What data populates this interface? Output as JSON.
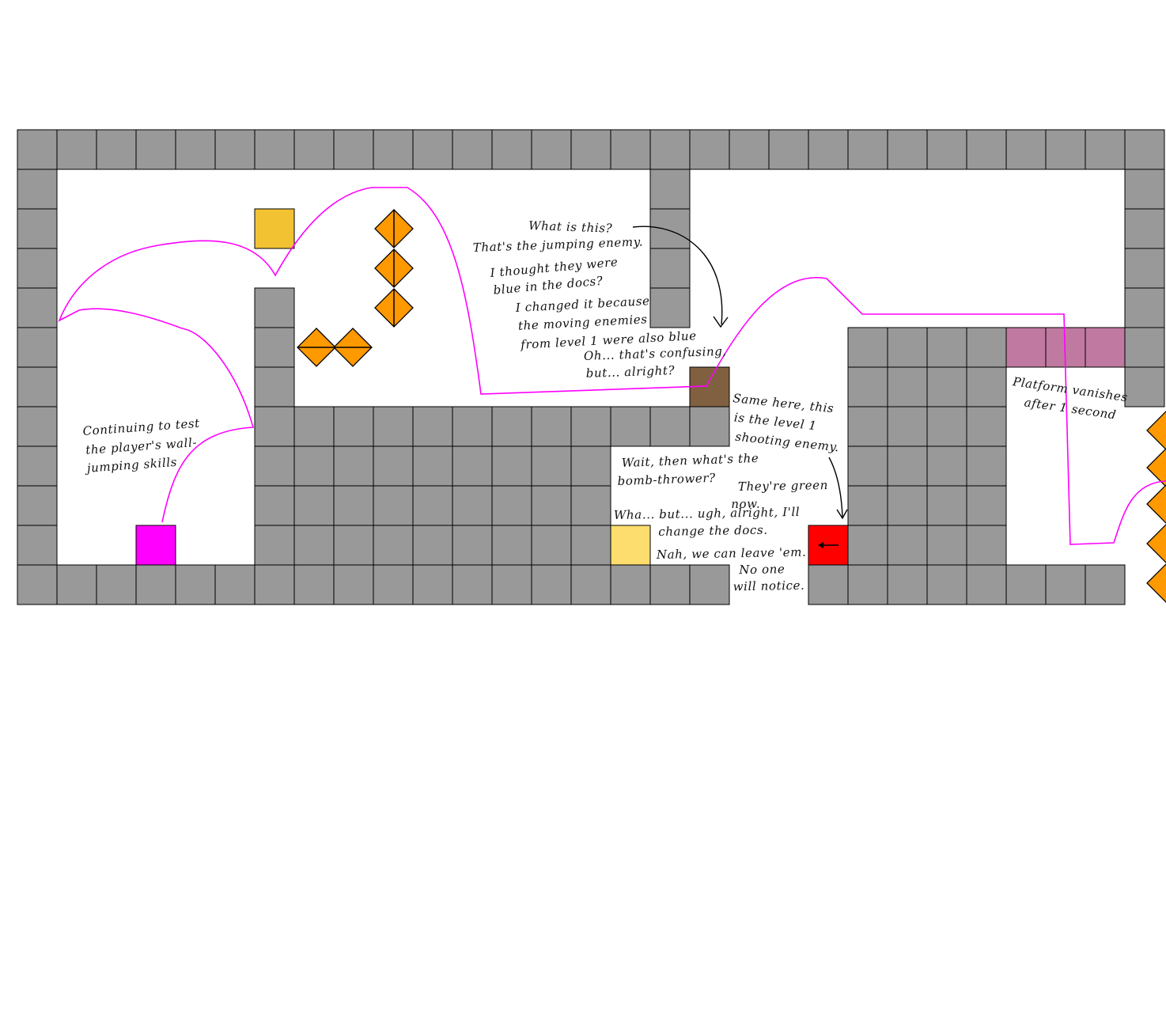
{
  "colors": {
    "background": "#ffffff",
    "wall": "#999999",
    "grid_line": "#000000",
    "player": "#ff00ff",
    "path": "#ff00ff",
    "hazard": "#ff9900",
    "coin_block": "#f2c233",
    "light_block": "#fddd6e",
    "jumping_enemy": "#806040",
    "shooting_enemy": "#ff0000",
    "vanishing_platform": "#c079a0",
    "annotation_arrow": "#000000"
  },
  "legend": {
    "player": "player-start",
    "jumping_enemy": "jumping-enemy",
    "shooting_enemy": "shooting-enemy",
    "bomb_thrower": "bomb-thrower",
    "vanishing_platform": "vanishing-platform",
    "spikes": "spike-hazard",
    "arrow_icon": "arrow-left-icon"
  },
  "notes": {
    "wall_jump": [
      "Continuing to test",
      "the player's wall-",
      "jumping skills"
    ],
    "q_what": "What is this?",
    "a_jumping": "That's the jumping enemy.",
    "q_blue": [
      "I thought they were",
      "blue in the docs?"
    ],
    "a_changed": [
      "I changed it because",
      "the moving enemies",
      "from level 1 were also blue"
    ],
    "oh_confusing": [
      "Oh... that's confusing,",
      "but... alright?"
    ],
    "same_here": [
      "Same here, this",
      "is the level 1",
      "shooting enemy."
    ],
    "wait_bomb": [
      "Wait, then what's the",
      "bomb-thrower?"
    ],
    "green_now": [
      "They're green",
      "now."
    ],
    "wha_but": [
      "Wha... but... ugh, alright, I'll",
      "change the docs."
    ],
    "nah_leave": [
      "Nah, we can leave 'em.",
      "No one",
      "will notice."
    ],
    "platform_vanish": [
      "Platform vanishes",
      "after 1 second"
    ]
  }
}
